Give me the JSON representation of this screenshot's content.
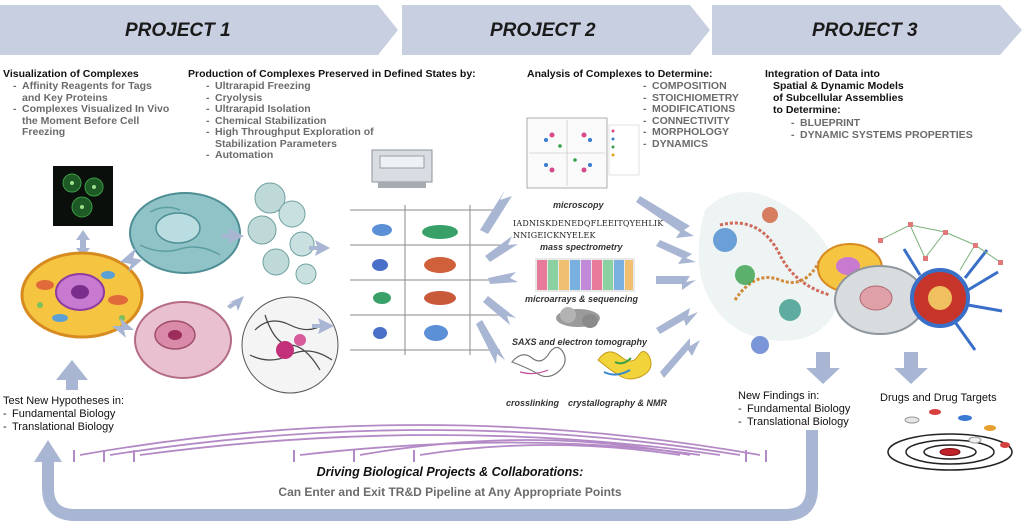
{
  "projects": [
    {
      "label": "PROJECT 1"
    },
    {
      "label": "PROJECT 2"
    },
    {
      "label": "PROJECT 3"
    }
  ],
  "visualization": {
    "heading": "Visualization of Complexes",
    "items": [
      "Affinity Reagents for Tags and Key Proteins",
      "Complexes Visualized In Vivo the Moment Before Cell Freezing"
    ]
  },
  "production": {
    "heading": "Production of Complexes Preserved in Defined States by:",
    "items": [
      "Ultrarapid Freezing",
      "Cryolysis",
      "Ultrarapid Isolation",
      "Chemical Stabilization",
      "High Throughput Exploration of Stabilization Parameters",
      "Automation"
    ]
  },
  "analysis": {
    "heading": "Analysis of Complexes to Determine:",
    "items": [
      "COMPOSITION",
      "STOICHIOMETRY",
      "MODIFICATIONS",
      "CONNECTIVITY",
      "MORPHOLOGY",
      "DYNAMICS"
    ]
  },
  "integration": {
    "heading_lines": [
      "Integration of Data into",
      "Spatial & Dynamic Models",
      "of Subcellular Assemblies",
      "to Determine:"
    ],
    "items": [
      "BLUEPRINT",
      "DYNAMIC SYSTEMS PROPERTIES"
    ]
  },
  "techniques": {
    "microscopy": "microscopy",
    "mass_spec": "mass spectrometry",
    "microarrays": "microarrays & sequencing",
    "saxs": "SAXS and electron tomography",
    "crosslinking": "crosslinking",
    "crystallography": "crystallography & NMR"
  },
  "sequence": {
    "line1": "IADNISKDENEDQFLEEITQYEHLIK",
    "line2": "NNIGEICKNYELEK"
  },
  "test_hypotheses": {
    "heading": "Test New Hypotheses in:",
    "items": [
      "Fundamental Biology",
      "Translational Biology"
    ]
  },
  "new_findings": {
    "heading": "New Findings in:",
    "items": [
      "Fundamental Biology",
      "Translational Biology"
    ]
  },
  "drugs": {
    "label": "Drugs and Drug Targets"
  },
  "driving": {
    "title": "Driving Biological Projects & Collaborations:",
    "subtitle": "Can Enter and Exit TR&D Pipeline at Any Appropriate Points"
  },
  "colors": {
    "banner": "#c8cfe0",
    "flow_arrow": "#a9b6d3",
    "collab_arc": "#b48ac6",
    "gray_text": "#6b6b6b"
  }
}
